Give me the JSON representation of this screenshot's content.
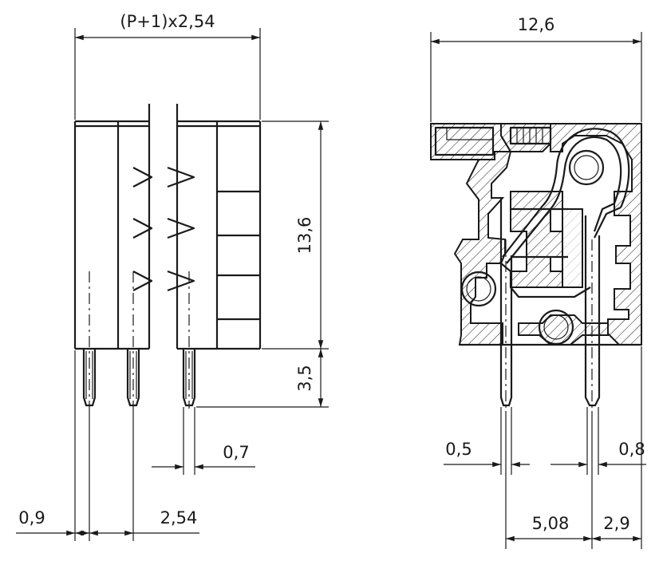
{
  "dimensions": {
    "top_left_width": "(P+1)x2,54",
    "right_width": "12,6",
    "body_height": "13,6",
    "pin_length": "3,5",
    "pin_width_front": "0,7",
    "edge_offset": "0,9",
    "pitch": "2,54",
    "pin_width_side_left": "0,5",
    "pin_width_side_right": "0,8",
    "pin_spacing": "5,08",
    "pin_to_edge": "2,9"
  }
}
